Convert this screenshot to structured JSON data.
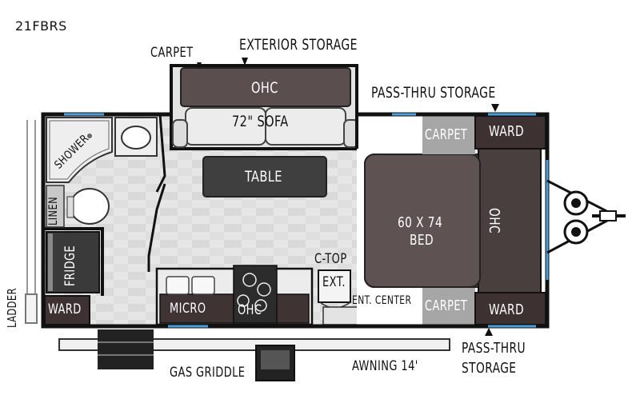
{
  "model": "21FBRS",
  "labels": {
    "carpet_top": "CARPET",
    "exterior_storage": "EXTERIOR STORAGE",
    "pass_thru_top": "PASS-THRU STORAGE",
    "ohc_top": "OHC",
    "sofa": "72\" SOFA",
    "table": "TABLE",
    "shower": "SHOWER",
    "linen": "LINEN",
    "fridge": "FRIDGE",
    "ward_left": "WARD",
    "ladder": "LADDER",
    "micro": "MICRO",
    "ohc_kitchen": "OHC",
    "ctop_line1": "C-TOP",
    "ext": "EXT.",
    "ent_center": "ENT. CENTER",
    "carpet_upper_right": "CARPET",
    "ward_upper_right": "WARD",
    "bed_line1": "60 X 74",
    "bed_line2": "BED",
    "ohc_front": "OHC",
    "carpet_lower_right": "CARPET",
    "ward_lower_right": "WARD",
    "gas_griddle": "GAS GRIDDLE",
    "awning": "AWNING  14'",
    "pass_thru_bottom_line1": "PASS-THRU",
    "pass_thru_bottom_line2": "STORAGE"
  }
}
